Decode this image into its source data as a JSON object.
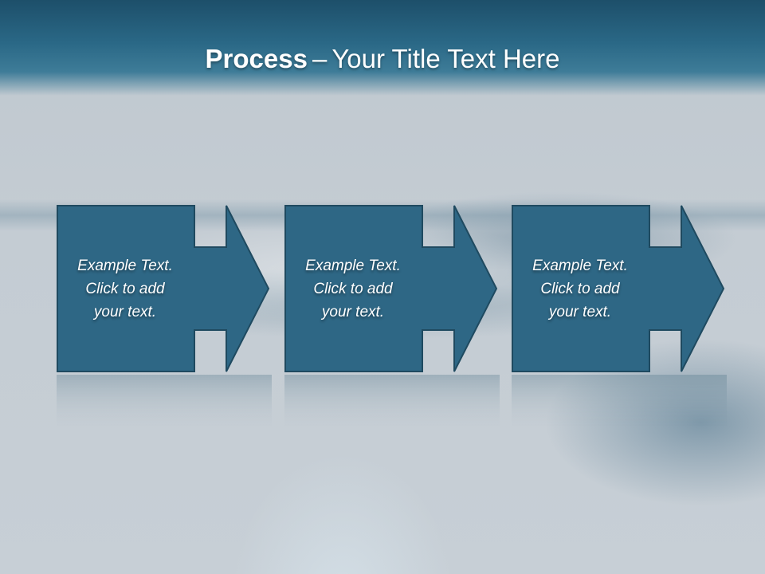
{
  "slide": {
    "title_bold": "Process",
    "title_dash": "–",
    "title_rest": "Your Title Text Here"
  },
  "steps": [
    {
      "line1": "Example Text.",
      "line2": "Click  to add",
      "line3": "your text."
    },
    {
      "line1": "Example Text.",
      "line2": "Click  to add",
      "line3": "your text."
    },
    {
      "line1": "Example Text.",
      "line2": "Click  to add",
      "line3": "your text."
    }
  ],
  "colors": {
    "header": "#2a6886",
    "box_fill": "#2e6785",
    "box_stroke": "#1f4a60",
    "text": "#ffffff"
  }
}
